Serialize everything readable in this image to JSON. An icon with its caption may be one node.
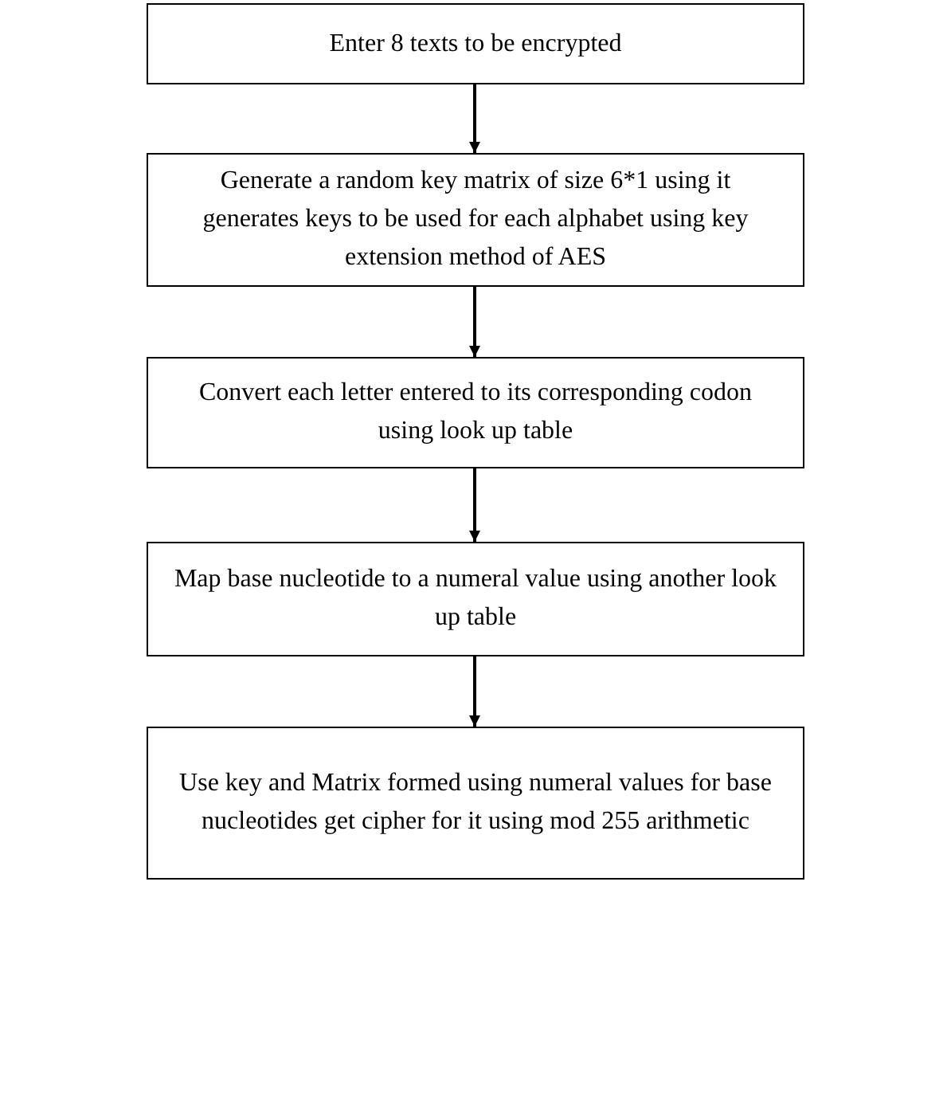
{
  "diagram": {
    "nodes": [
      {
        "text": [
          "Enter 8 texts to be encrypted"
        ]
      },
      {
        "text": [
          "Generate a random key matrix of size 6*1 using it generates keys to be used for each alphabet using key extension method of AES"
        ]
      },
      {
        "text": [
          "Convert each letter entered to its corresponding codon using look up table"
        ]
      },
      {
        "text": [
          "Map base nucleotide to a numeral value using another look up table"
        ]
      },
      {
        "text": [
          "Use key and Matrix formed using numeral values for base nucleotides get cipher for it using mod 255 arithmetic"
        ]
      }
    ],
    "edges": [
      {
        "from": 0,
        "to": 1,
        "arrow": "to"
      },
      {
        "from": 1,
        "to": 2,
        "arrow": "to"
      },
      {
        "from": 2,
        "to": 3,
        "arrow": "to"
      },
      {
        "from": 3,
        "to": 4,
        "arrow": "to"
      }
    ]
  }
}
